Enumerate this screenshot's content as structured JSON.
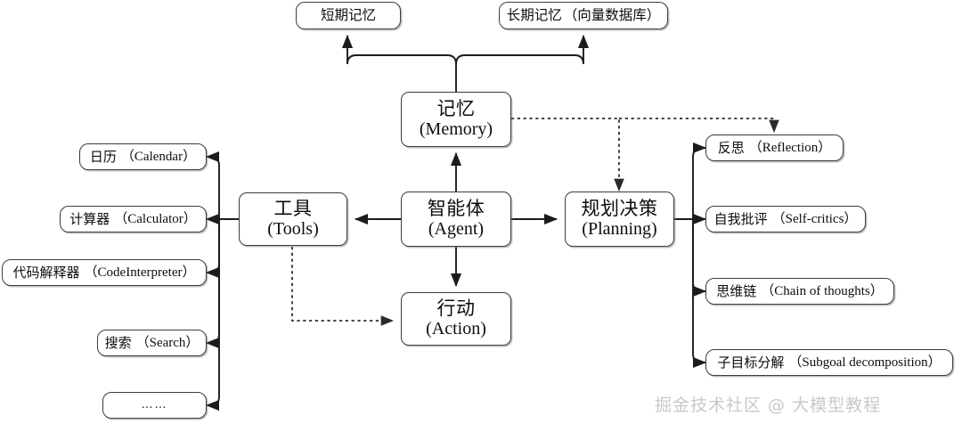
{
  "diagram": {
    "title": "Agent architecture diagram",
    "stroke_color": "#3c3c3c",
    "text_color": "#0d0d0d",
    "background": "#ffffff",
    "watermark": {
      "text": "掘金技术社区 @ 大模型教程",
      "color": "#c9c9c9"
    },
    "core_nodes": {
      "memory": {
        "cn": "记忆",
        "en": "(Memory)"
      },
      "agent": {
        "cn": "智能体",
        "en": "(Agent)"
      },
      "tools": {
        "cn": "工具",
        "en": "(Tools)"
      },
      "planning": {
        "cn": "规划决策",
        "en": "(Planning)"
      },
      "action": {
        "cn": "行动",
        "en": "(Action)"
      }
    },
    "memory_children": [
      {
        "cn": "短期记忆",
        "en": ""
      },
      {
        "cn": "长期记忆",
        "en": "（向量数据库）"
      }
    ],
    "tool_children": [
      {
        "cn": "日历",
        "en": "（Calendar）"
      },
      {
        "cn": "计算器",
        "en": "（Calculator）"
      },
      {
        "cn": "代码解释器",
        "en": "（CodeInterpreter）"
      },
      {
        "cn": "搜索",
        "en": "（Search）"
      },
      {
        "cn": "……",
        "en": ""
      }
    ],
    "planning_children": [
      {
        "cn": "反思",
        "en": "（Reflection）"
      },
      {
        "cn": "自我批评",
        "en": "（Self-critics）"
      },
      {
        "cn": "思维链",
        "en": "（Chain of thoughts）"
      },
      {
        "cn": "子目标分解",
        "en": "（Subgoal decomposition）"
      }
    ]
  }
}
